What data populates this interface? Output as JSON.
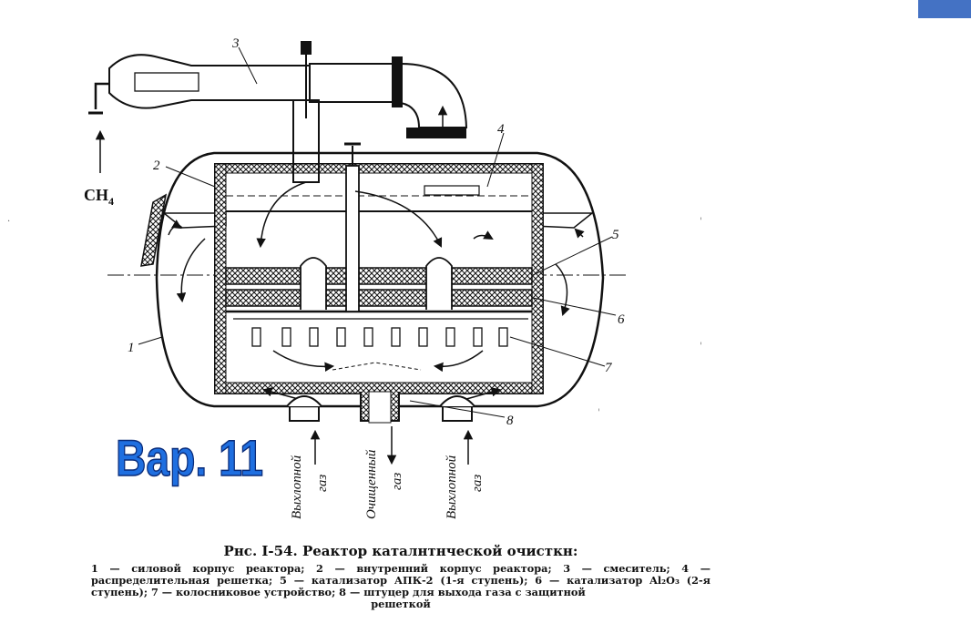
{
  "labels": {
    "n1": "1",
    "n2": "2",
    "n3": "3",
    "n4": "4",
    "n5": "5",
    "n6": "6",
    "n7": "7",
    "n8": "8"
  },
  "ch4": "CH",
  "ch4_sub": "4",
  "gas_left": [
    "Выхлопной",
    "газ"
  ],
  "gas_center": [
    "Очищенный",
    "газ"
  ],
  "gas_right": [
    "Выхлопной",
    "газ"
  ],
  "variant": "Вар. 11",
  "caption": {
    "title": "Рнс. I-54. Реактор каталнтнческой очисткн:",
    "body": "1 — силовой корпус реактора; 2 — внутренний корпус реактора; 3 — смеситель; 4 — распределительная решетка; 5 — катализатор АПК-2 (1-я ступень); 6 — катализатор Al₂O₃ (2-я ступень); 7 — колосниковое устройство; 8 — штуцер для выхода газа с защитной",
    "last": "решеткой"
  },
  "colors": {
    "corner": "#4472c4",
    "variant_fill": "#1f6fe0"
  }
}
